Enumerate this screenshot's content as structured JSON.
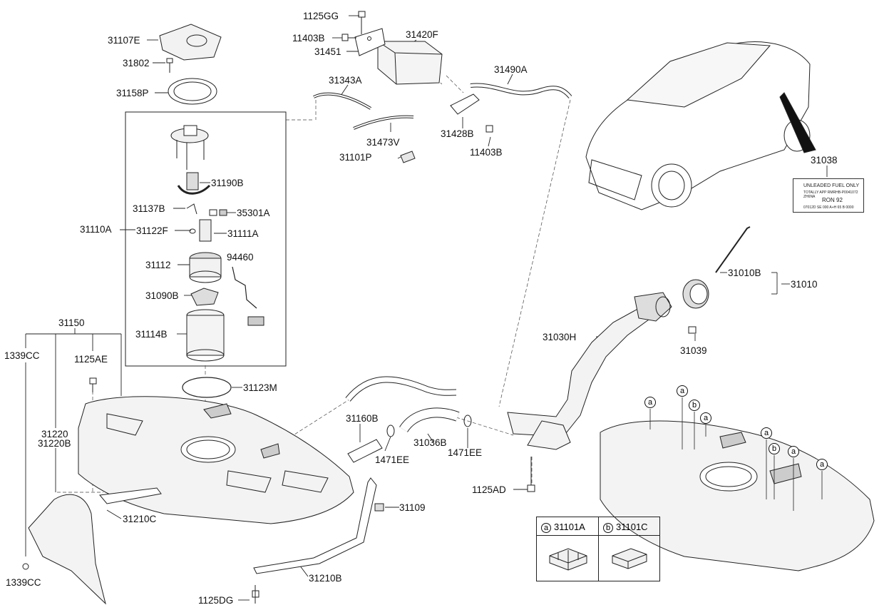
{
  "parts": {
    "p31107E": "31107E",
    "p31802": "31802",
    "p31158P": "31158P",
    "p1125GG": "1125GG",
    "p11403B_top": "11403B",
    "p31451": "31451",
    "p31420F": "31420F",
    "p31343A": "31343A",
    "p31490A": "31490A",
    "p31473V": "31473V",
    "p31428B": "31428B",
    "p11403B_bot": "11403B",
    "p31101P": "31101P",
    "p31190B": "31190B",
    "p31137B": "31137B",
    "p35301A": "35301A",
    "p31110A": "31110A",
    "p31122F": "31122F",
    "p31111A": "31111A",
    "p94460": "94460",
    "p31112": "31112",
    "p31090B": "31090B",
    "p31114B": "31114B",
    "p31150": "31150",
    "p1339CC_top": "1339CC",
    "p1125AE": "1125AE",
    "p31123M": "31123M",
    "p31220": "31220",
    "p31220B": "31220B",
    "p31160B": "31160B",
    "p31036B": "31036B",
    "p1471EE_a": "1471EE",
    "p1471EE_b": "1471EE",
    "p31210C": "31210C",
    "p31109": "31109",
    "p1339CC_bot": "1339CC",
    "p31210B": "31210B",
    "p1125DG": "1125DG",
    "p1125AD": "1125AD",
    "p31038": "31038",
    "p31010B": "31010B",
    "p31010": "31010",
    "p31030H": "31030H",
    "p31039": "31039"
  },
  "legend": {
    "a_letter": "a",
    "a_part": "31101A",
    "b_letter": "b",
    "b_part": "31101C"
  },
  "callouts": [
    "a",
    "a",
    "b",
    "a",
    "a",
    "b",
    "a",
    "a"
  ],
  "fuel_label": {
    "line1": "UNLEADED FUEL ONLY",
    "line2": "TOTALLY APP RMRHB-P0041072 ZH6NA",
    "line3": "RON 92",
    "line4": "07012D SE 000 A+H 65 B 0000"
  }
}
